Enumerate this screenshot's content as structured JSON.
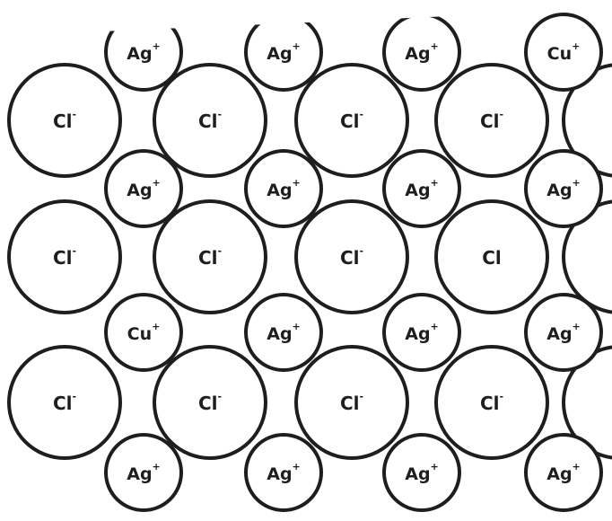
{
  "colors": {
    "outline": "#1e1e1e",
    "fill": "#ffffff",
    "background": "#ffffff"
  },
  "lattice": {
    "ions": [
      {
        "id": "ag-r0-c0",
        "kind": "small",
        "symbol": "Ag",
        "charge": "+"
      },
      {
        "id": "ag-r0-c1",
        "kind": "small",
        "symbol": "Ag",
        "charge": "+"
      },
      {
        "id": "ag-r0-c2",
        "kind": "small",
        "symbol": "Ag",
        "charge": "+"
      },
      {
        "id": "cu-r0-c3",
        "kind": "small",
        "symbol": "Cu",
        "charge": "+"
      },
      {
        "id": "cl-r1-c0",
        "kind": "large",
        "symbol": "Cl",
        "charge": "-"
      },
      {
        "id": "cl-r1-c1",
        "kind": "large",
        "symbol": "Cl",
        "charge": "-"
      },
      {
        "id": "cl-r1-c2",
        "kind": "large",
        "symbol": "Cl",
        "charge": "-"
      },
      {
        "id": "cl-r1-c3",
        "kind": "large",
        "symbol": "Cl",
        "charge": "-"
      },
      {
        "id": "ag-r2-c0",
        "kind": "small",
        "symbol": "Ag",
        "charge": "+"
      },
      {
        "id": "ag-r2-c1",
        "kind": "small",
        "symbol": "Ag",
        "charge": "+"
      },
      {
        "id": "ag-r2-c2",
        "kind": "small",
        "symbol": "Ag",
        "charge": "+"
      },
      {
        "id": "ag-r2-c3",
        "kind": "small",
        "symbol": "Ag",
        "charge": "+"
      },
      {
        "id": "cl-r3-c0",
        "kind": "large",
        "symbol": "Cl",
        "charge": "-"
      },
      {
        "id": "cl-r3-c1",
        "kind": "large",
        "symbol": "Cl",
        "charge": "-"
      },
      {
        "id": "cl-r3-c2",
        "kind": "large",
        "symbol": "Cl",
        "charge": "-"
      },
      {
        "id": "cl-r3-c3",
        "kind": "large",
        "symbol": "Cl",
        "charge": ""
      },
      {
        "id": "cu-r4-c0",
        "kind": "small",
        "symbol": "Cu",
        "charge": "+"
      },
      {
        "id": "ag-r4-c1",
        "kind": "small",
        "symbol": "Ag",
        "charge": "+"
      },
      {
        "id": "ag-r4-c2",
        "kind": "small",
        "symbol": "Ag",
        "charge": "+"
      },
      {
        "id": "ag-r4-c3",
        "kind": "small",
        "symbol": "Ag",
        "charge": "+"
      },
      {
        "id": "cl-r5-c0",
        "kind": "large",
        "symbol": "Cl",
        "charge": "-"
      },
      {
        "id": "cl-r5-c1",
        "kind": "large",
        "symbol": "Cl",
        "charge": "-"
      },
      {
        "id": "cl-r5-c2",
        "kind": "large",
        "symbol": "Cl",
        "charge": "-"
      },
      {
        "id": "cl-r5-c3",
        "kind": "large",
        "symbol": "Cl",
        "charge": "-"
      },
      {
        "id": "ag-r6-c0",
        "kind": "small",
        "symbol": "Ag",
        "charge": "+"
      },
      {
        "id": "ag-r6-c1",
        "kind": "small",
        "symbol": "Ag",
        "charge": "+"
      },
      {
        "id": "ag-r6-c2",
        "kind": "small",
        "symbol": "Ag",
        "charge": "+"
      },
      {
        "id": "ag-r6-c3",
        "kind": "small",
        "symbol": "Ag",
        "charge": "+"
      }
    ]
  }
}
